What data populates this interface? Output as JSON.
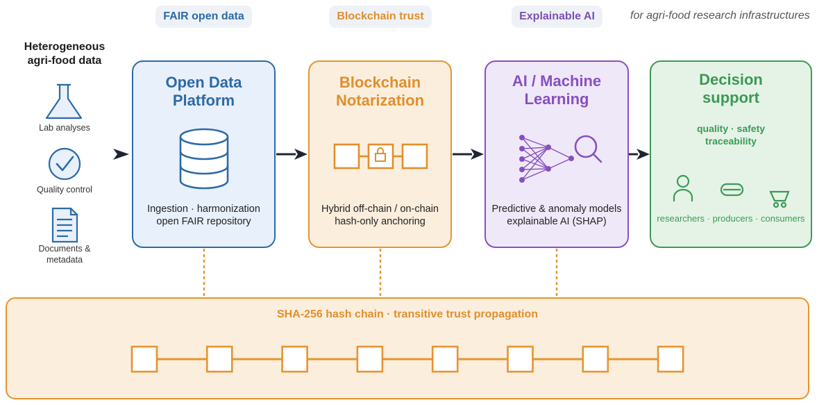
{
  "header": {
    "pills": [
      "FAIR open data",
      "Blockchain trust",
      "Explainable AI"
    ],
    "tagline": "for agri-food research infrastructures"
  },
  "sources": {
    "title": "Heterogeneous agri-food data",
    "items": [
      {
        "label": "Lab analyses",
        "icon": "flask-icon"
      },
      {
        "label": "Quality control",
        "icon": "check-circle-icon"
      },
      {
        "label": "Documents & metadata",
        "icon": "document-icon"
      }
    ]
  },
  "pipeline": [
    {
      "title": "Open Data Platform",
      "desc": "Ingestion · harmonization open FAIR repository",
      "icon": "database-icon",
      "color": "#2d6aa6"
    },
    {
      "title": "Blockchain Notarization",
      "desc": "Hybrid off-chain / on-chain hash-only anchoring",
      "icon": "locked-chain-icon",
      "color": "#e4952f"
    },
    {
      "title": "AI / Machine Learning",
      "desc": "Predictive & anomaly models explainable AI (SHAP)",
      "icon": "neural-network-icon",
      "color": "#8750c0"
    },
    {
      "title": "Decision support",
      "subtitle": "quality · safety traceability",
      "users": "researchers · producers · consumers",
      "color": "#3b9a54"
    }
  ],
  "decision_icons": [
    "person-icon",
    "pill-icon",
    "cart-icon"
  ],
  "trust": {
    "title": "SHA-256 hash chain · transitive trust propagation",
    "block_count": 8,
    "color": "#e4952f"
  }
}
